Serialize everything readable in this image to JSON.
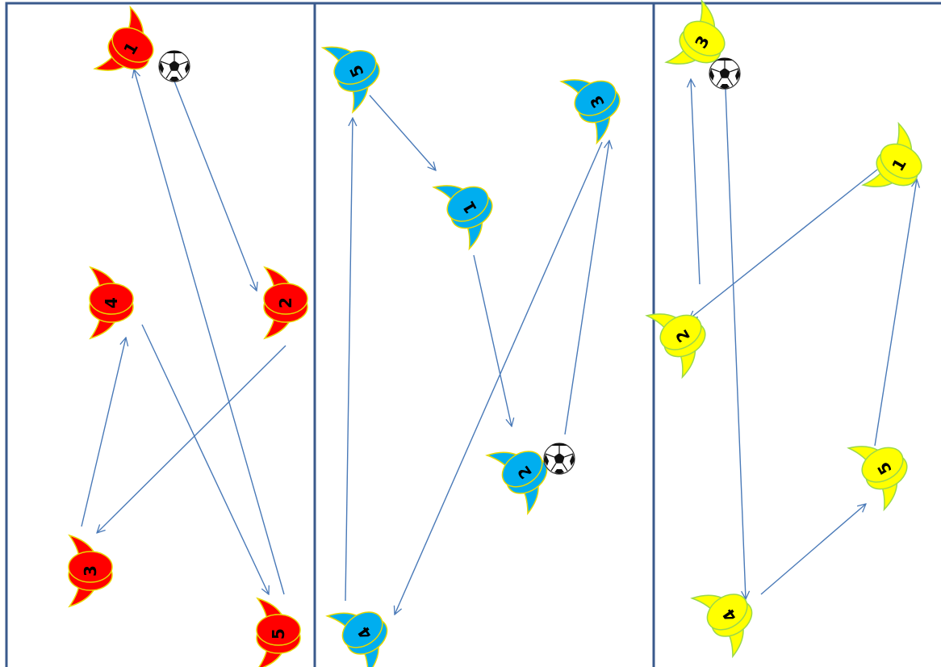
{
  "colors": {
    "field_border": "#3a5a8c",
    "arrow": "#4a7ab8",
    "red_team_fill": "#ff0000",
    "red_team_stroke": "#e8d800",
    "blue_team_fill": "#00aeef",
    "blue_team_stroke": "#e8d800",
    "yellow_team_fill": "#ffff00",
    "yellow_team_stroke": "#9bd84a"
  },
  "fields": [
    {
      "id": "red-field",
      "team_color": "red",
      "ball_holder": "1",
      "players": [
        {
          "number": "1"
        },
        {
          "number": "2"
        },
        {
          "number": "3"
        },
        {
          "number": "4"
        },
        {
          "number": "5"
        }
      ],
      "pass_sequence": [
        "1",
        "2",
        "3",
        "4",
        "5",
        "1"
      ]
    },
    {
      "id": "blue-field",
      "team_color": "blue",
      "ball_holder": "2",
      "players": [
        {
          "number": "5"
        },
        {
          "number": "1"
        },
        {
          "number": "3"
        },
        {
          "number": "2"
        },
        {
          "number": "4"
        }
      ],
      "pass_sequence": [
        "5",
        "1",
        "2",
        "3",
        "4",
        "5"
      ]
    },
    {
      "id": "yellow-field",
      "team_color": "yellow",
      "ball_holder": "3",
      "players": [
        {
          "number": "3"
        },
        {
          "number": "1"
        },
        {
          "number": "2"
        },
        {
          "number": "5"
        },
        {
          "number": "4"
        }
      ],
      "pass_sequence": [
        "3",
        "4",
        "5",
        "1",
        "2",
        "3"
      ]
    }
  ]
}
